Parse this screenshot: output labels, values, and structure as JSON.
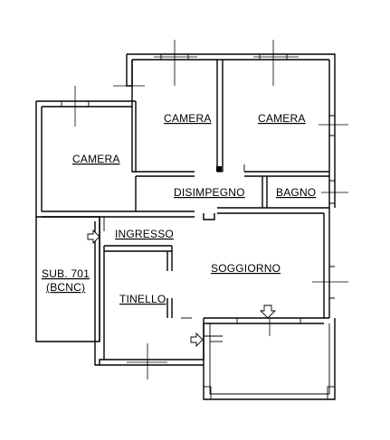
{
  "rooms": {
    "camera_top_left": "CAMERA",
    "camera_top_right": "CAMERA",
    "camera_left": "CAMERA",
    "disimpegno": "DISIMPEGNO",
    "bagno": "BAGNO",
    "ingresso": "INGRESSO",
    "soggiorno": "SOGGIORNO",
    "tinello": "TINELLO",
    "sub_line1": "SUB. 701",
    "sub_line2": "(BCNC)"
  }
}
